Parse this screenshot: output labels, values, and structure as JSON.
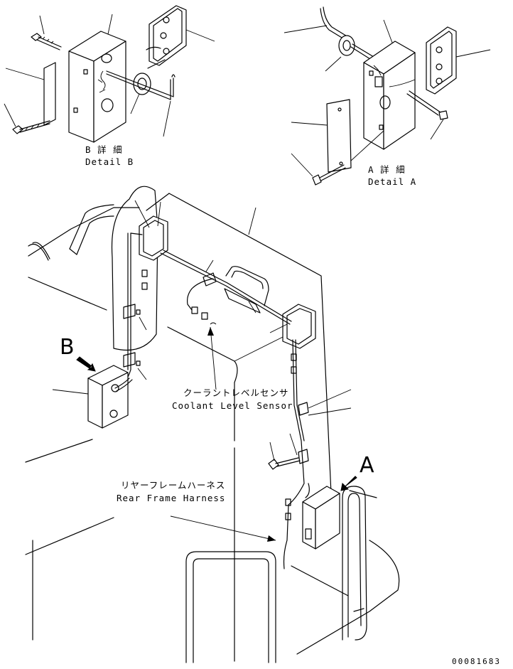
{
  "detail_b": {
    "jp": "B 詳 細",
    "en": "Detail B"
  },
  "detail_a": {
    "jp": "A 詳 細",
    "en": "Detail A"
  },
  "callouts": {
    "b": "B",
    "a": "A"
  },
  "coolant_sensor": {
    "jp": "クーラントレベルセンサ",
    "en": "Coolant Level Sensor"
  },
  "rear_harness": {
    "jp": "リヤーフレームハーネス",
    "en": "Rear Frame Harness"
  },
  "drawing_code": "00081683"
}
